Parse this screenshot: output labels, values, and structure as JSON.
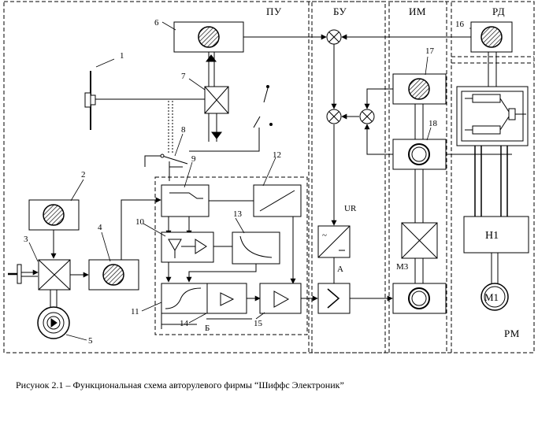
{
  "sections": {
    "pu": "ПУ",
    "bu": "БУ",
    "im": "ИМ",
    "rd": "РД",
    "rm": "РМ"
  },
  "numbers": {
    "n1": "1",
    "n2": "2",
    "n3": "3",
    "n4": "4",
    "n5": "5",
    "n6": "6",
    "n7": "7",
    "n8": "8",
    "n9": "9",
    "n10": "10",
    "n11": "11",
    "n12": "12",
    "n13": "13",
    "n14": "14",
    "n15": "15",
    "n16": "16",
    "n17": "17",
    "n18": "18"
  },
  "labels": {
    "ur": "UR",
    "a": "A",
    "b": "Б",
    "m3": "М3",
    "h1": "Н1",
    "m1": "М1"
  },
  "caption": "Рисунок 2.1 – Функциональная схема авторулевого фирмы  “Шиффс Электроник”"
}
